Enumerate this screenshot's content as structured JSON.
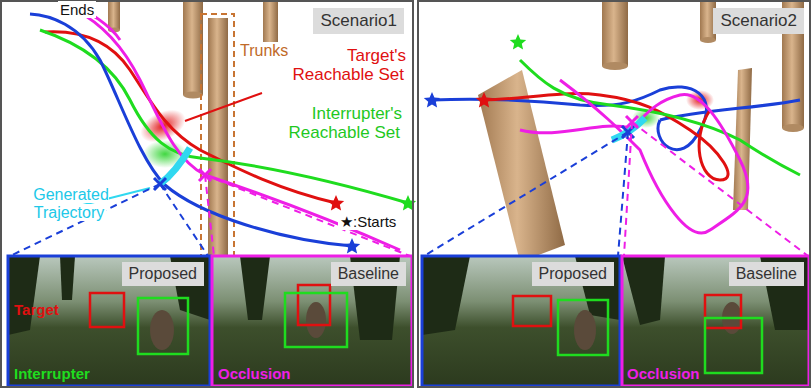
{
  "diagram": {
    "nodes": [
      {
        "text": [
          "Scenario1"
        ]
      },
      {
        "text": [
          "Scenario2"
        ]
      },
      {
        "text": [
          "Proposed"
        ]
      },
      {
        "text": [
          "Baseline"
        ]
      },
      {
        "text": [
          "Proposed"
        ]
      },
      {
        "text": [
          "Baseline"
        ]
      }
    ],
    "labels": [
      "Ends",
      "Trunks",
      "Target's Reachable Set",
      "Interrupter's Reachable Set",
      "Generated Trajectory",
      "★:Starts",
      "Target",
      "Interrupter",
      "Occlusion",
      "Occlusion"
    ]
  }
}
